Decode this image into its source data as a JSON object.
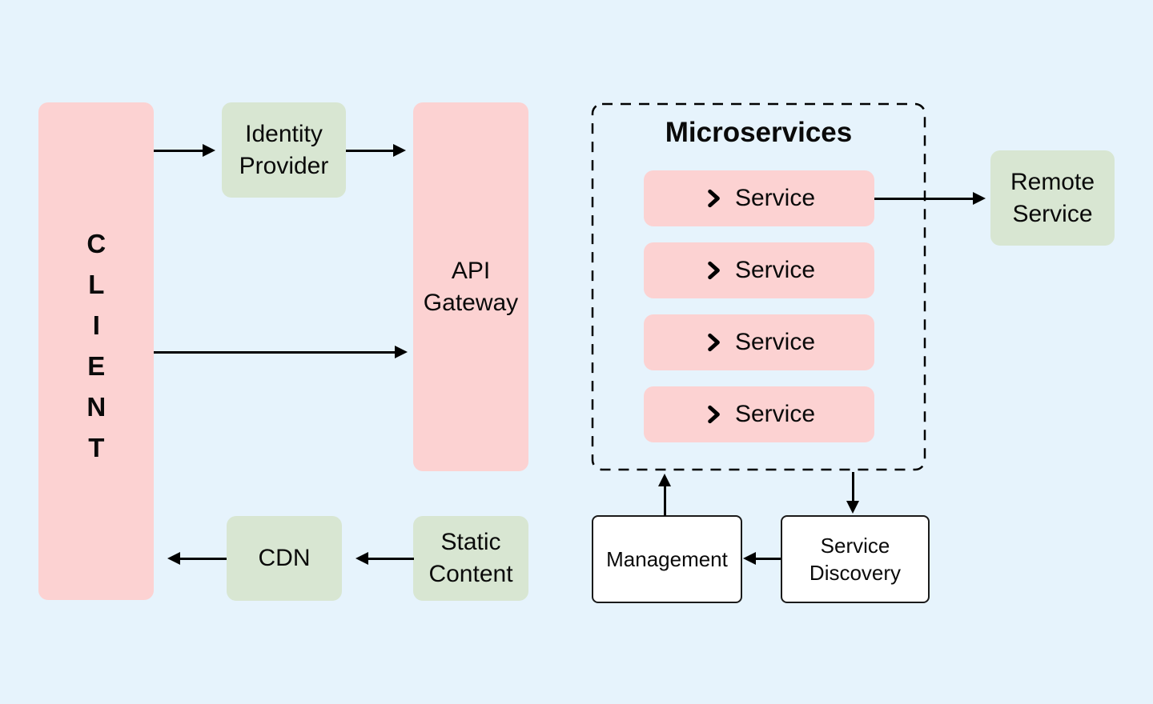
{
  "diagram": {
    "background": "#E6F3FC",
    "colors": {
      "node_pink": "#FCD2D2",
      "node_green": "#D8E6D2",
      "node_white": "#FFFFFF",
      "stroke": "#000000"
    },
    "nodes": {
      "client": {
        "label": "CLIENT",
        "color": "pink"
      },
      "identity_provider": {
        "label": "Identity\nProvider",
        "color": "green"
      },
      "api_gateway": {
        "label": "API\nGateway",
        "color": "pink"
      },
      "cdn": {
        "label": "CDN",
        "color": "green"
      },
      "static_content": {
        "label": "Static\nContent",
        "color": "green"
      },
      "remote_service": {
        "label": "Remote\nService",
        "color": "green"
      },
      "management": {
        "label": "Management",
        "color": "white"
      },
      "service_discovery": {
        "label": "Service\nDiscovery",
        "color": "white"
      }
    },
    "microservices_group": {
      "title": "Microservices",
      "services": [
        {
          "label": "Service",
          "icon": "chevron-right"
        },
        {
          "label": "Service",
          "icon": "chevron-right"
        },
        {
          "label": "Service",
          "icon": "chevron-right"
        },
        {
          "label": "Service",
          "icon": "chevron-right"
        }
      ]
    },
    "edges": [
      {
        "from": "client",
        "to": "identity_provider"
      },
      {
        "from": "identity_provider",
        "to": "api_gateway"
      },
      {
        "from": "client",
        "to": "api_gateway"
      },
      {
        "from": "service_1",
        "to": "remote_service"
      },
      {
        "from": "static_content",
        "to": "cdn"
      },
      {
        "from": "cdn",
        "to": "client"
      },
      {
        "from": "management",
        "to": "microservices_group"
      },
      {
        "from": "microservices_group",
        "to": "service_discovery"
      },
      {
        "from": "service_discovery",
        "to": "management"
      }
    ]
  }
}
